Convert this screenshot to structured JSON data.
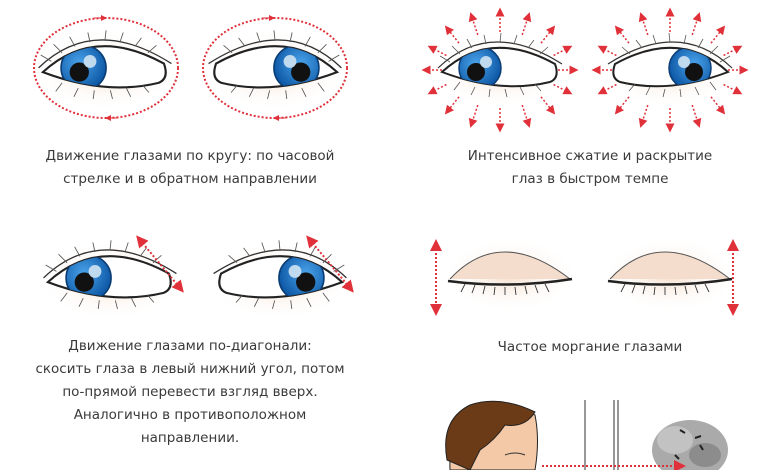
{
  "exercises": [
    {
      "caption": [
        "Движение глазами по кругу: по часовой",
        "стрелке и в обратном направлении"
      ]
    },
    {
      "caption": [
        "Интенсивное сжатие и раскрытие",
        "глаз в быстром темпе"
      ]
    },
    {
      "caption": [
        "Движение глазами по-диагонали:",
        "скосить глаза в левый нижний угол, потом",
        "по-прямой перевести взгляд вверх.",
        "Аналогично в противоположном",
        "направлении."
      ]
    },
    {
      "caption": [
        "Частое моргание глазами"
      ]
    }
  ],
  "colors": {
    "iris": "#1f78c8",
    "arrow": "#e0303a",
    "glow": "#f7e6d8"
  }
}
